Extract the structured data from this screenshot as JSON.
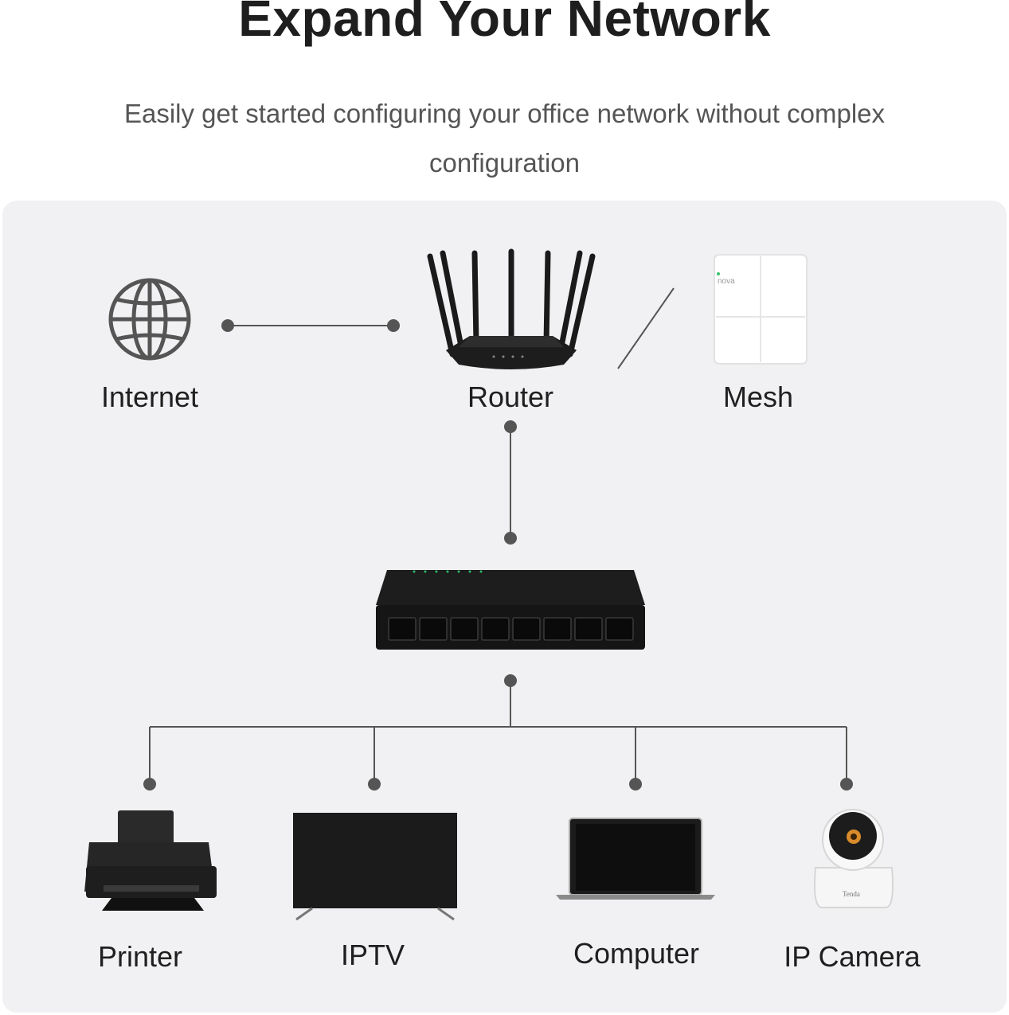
{
  "header": {
    "title": "Expand Your Network",
    "subtitle": "Easily get started configuring your office network without complex configuration"
  },
  "nodes": {
    "internet": "Internet",
    "router": "Router",
    "mesh": "Mesh",
    "printer": "Printer",
    "iptv": "IPTV",
    "computer": "Computer",
    "ip_camera": "IP Camera"
  },
  "device_marks": {
    "mesh_brand": "nova",
    "camera_brand": "Tenda"
  },
  "colors": {
    "panel_bg": "#f1f1f3",
    "connector": "#555555",
    "device_dark": "#1a1a1a"
  }
}
